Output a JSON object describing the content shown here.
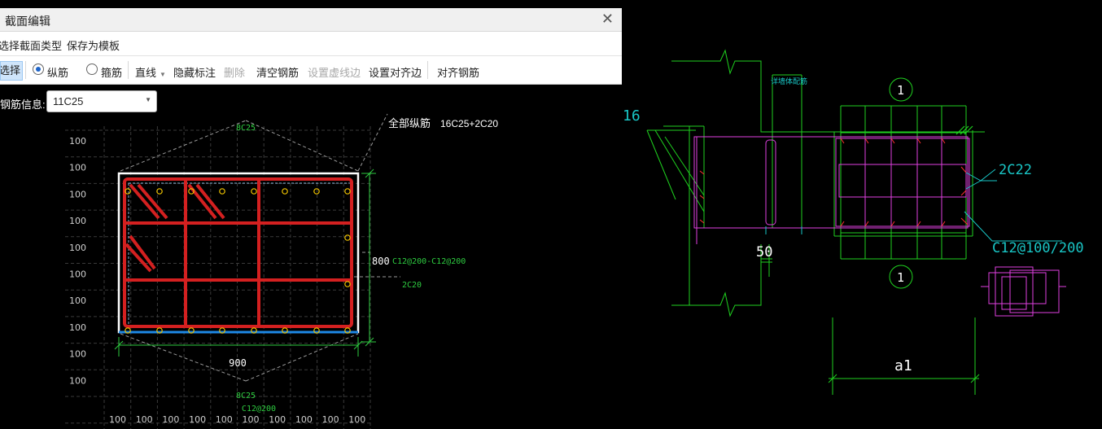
{
  "dialog": {
    "title": "截面编辑",
    "close_icon": "close-icon",
    "menu": [
      "选择截面类型",
      "保存为模板"
    ],
    "toolbar": {
      "select": "选择",
      "longitudinal": "纵筋",
      "stirrup": "箍筋",
      "line_mode": "直线",
      "hide_annotation": "隐藏标注",
      "delete": "删除",
      "clear_rebar": "清空钢筋",
      "set_dashed_edge": "设置虚线边",
      "set_align_edge": "设置对齐边",
      "align_rebar": "对齐钢筋"
    },
    "rebar_info_label": "钢筋信息:",
    "rebar_info_value": "11C25"
  },
  "section": {
    "grid_label": "100",
    "total_label": "全部纵筋",
    "total_value": "16C25+2C20",
    "top_rebar": "8C25",
    "bottom_rebar": "8C25",
    "stirrup_bottom": "C12@200",
    "side_stirrup": "C12@200-C12@200",
    "side_rebar": "2C20",
    "height_dim": "800",
    "width_dim": "900",
    "colors": {
      "stirrup": "#d42020",
      "outline": "#ffffff",
      "dim": "#2ecc40",
      "base": "#1e88e5"
    }
  },
  "cad": {
    "label_16": "16",
    "circle_label": "1",
    "rebar_2c22": "2C22",
    "stirrup_c12": "C12@100/200",
    "dim_50": "50",
    "label_a1": "a1",
    "small_note": "详墙体配筋"
  }
}
